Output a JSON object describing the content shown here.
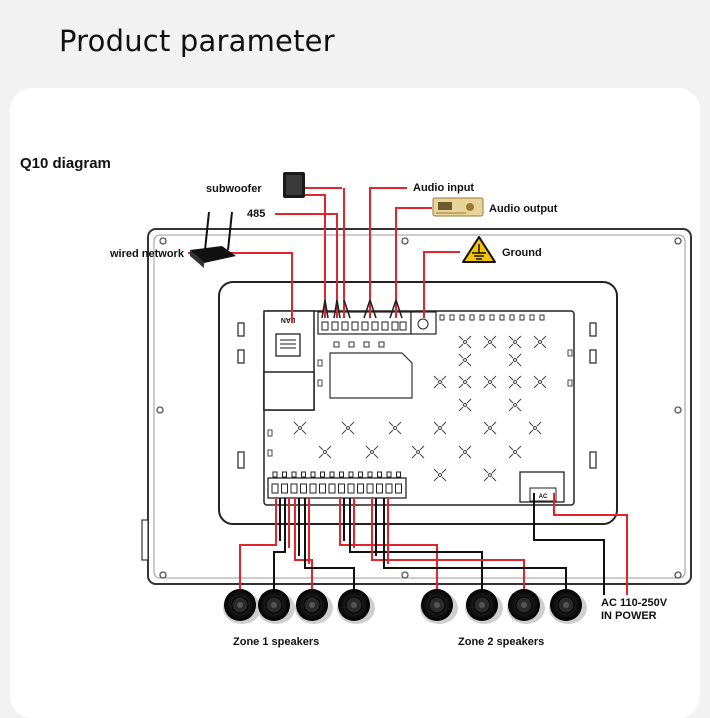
{
  "page": {
    "title": "Product parameter"
  },
  "diagram": {
    "title": "Q10 diagram",
    "labels": {
      "subwoofer": "subwoofer",
      "rs485": "485",
      "wired_network": "wired network",
      "audio_input": "Audio input",
      "audio_output": "Audio output",
      "ground": "Ground",
      "lan": "LAN",
      "ac": "AC",
      "power_line1": "AC 110-250V",
      "power_line2": "IN POWER",
      "zone1": "Zone 1 speakers",
      "zone2": "Zone 2 speakers"
    },
    "colors": {
      "wire_red": "#e0262c",
      "wire_black": "#111111",
      "panel_stroke": "#333333",
      "ground_sign": "#f5c400"
    },
    "speaker_count": 8
  }
}
